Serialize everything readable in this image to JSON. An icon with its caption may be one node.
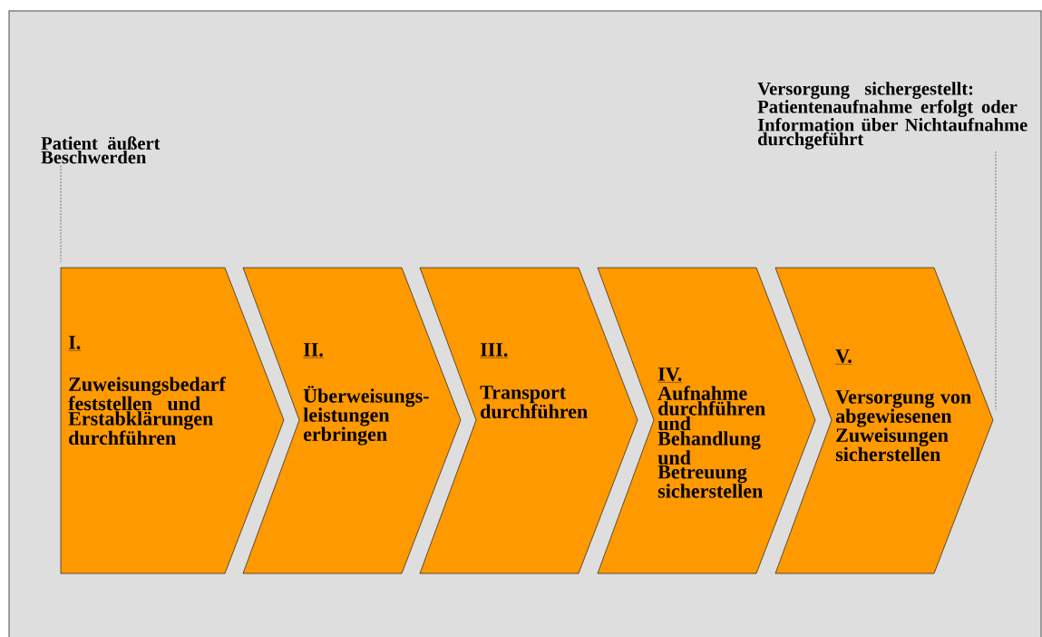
{
  "diagram": {
    "nodes": [
      {
        "text": [
          "I.",
          "Zuweisungsbedarf feststellen und Erstabklärungen durchführen"
        ]
      },
      {
        "text": [
          "II.",
          "Überweisungs- leistungen erbringen"
        ]
      },
      {
        "text": [
          "III.",
          "Transport durchführen"
        ]
      },
      {
        "text": [
          "IV.",
          "Aufnahme durchführen und Behandlung und Betreuung sicherstellen"
        ]
      },
      {
        "text": [
          "V.",
          "Versorgung von abgewiesenen Zuweisungen sicherstellen"
        ]
      },
      {
        "text": [
          "Patient äußert Beschwerden"
        ]
      },
      {
        "text": [
          "Versorgung sichergestellt: Patientenaufnahme erfolgt oder Information über Nichtaufnahme durchgeführt"
        ]
      }
    ],
    "edges": [
      {
        "from": 5,
        "to": 0,
        "arrow": "none",
        "style": "dashed"
      },
      {
        "from": 6,
        "to": 4,
        "arrow": "none",
        "style": "dashed"
      }
    ]
  }
}
